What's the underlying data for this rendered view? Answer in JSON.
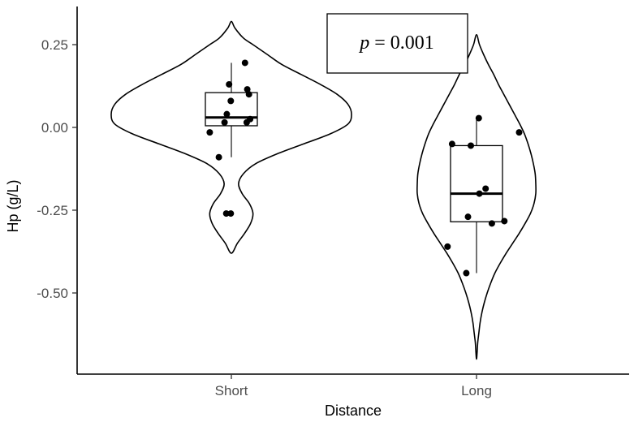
{
  "chart_data": {
    "type": "violin",
    "title": "",
    "xlabel": "Distance",
    "ylabel": "Hp (g/L)",
    "categories": [
      "Short",
      "Long"
    ],
    "ylim": [
      -0.72,
      0.37
    ],
    "yticks": [
      0.25,
      0.0,
      -0.25,
      -0.5
    ],
    "ytick_labels": [
      "0.25",
      "0.00",
      "-0.25",
      "-0.50"
    ],
    "grid": false,
    "legend": "none",
    "annotation": {
      "p_symbol": "p",
      "p_rest": " = 0.001"
    },
    "colors": {
      "outline": "#000000",
      "points": "#000000",
      "axis_text": "#4d4d4d",
      "background": "#ffffff"
    },
    "groups": [
      {
        "name": "Short",
        "box": {
          "min": -0.09,
          "q1": 0.005,
          "median": 0.03,
          "q3": 0.105,
          "max": 0.195
        },
        "violin": [
          [
            0.32,
            0.0
          ],
          [
            0.3,
            0.03
          ],
          [
            0.27,
            0.1
          ],
          [
            0.25,
            0.18
          ],
          [
            0.22,
            0.3
          ],
          [
            0.19,
            0.42
          ],
          [
            0.16,
            0.58
          ],
          [
            0.13,
            0.74
          ],
          [
            0.1,
            0.88
          ],
          [
            0.07,
            0.97
          ],
          [
            0.04,
            1.0
          ],
          [
            0.01,
            0.97
          ],
          [
            -0.02,
            0.82
          ],
          [
            -0.05,
            0.6
          ],
          [
            -0.08,
            0.38
          ],
          [
            -0.11,
            0.2
          ],
          [
            -0.14,
            0.1
          ],
          [
            -0.17,
            0.06
          ],
          [
            -0.2,
            0.09
          ],
          [
            -0.23,
            0.15
          ],
          [
            -0.26,
            0.18
          ],
          [
            -0.29,
            0.16
          ],
          [
            -0.32,
            0.11
          ],
          [
            -0.35,
            0.05
          ],
          [
            -0.38,
            0.0
          ]
        ],
        "points": [
          {
            "y": -0.015,
            "jitter": -0.38
          },
          {
            "y": -0.09,
            "jitter": -0.22
          },
          {
            "y": 0.13,
            "jitter": -0.04
          },
          {
            "y": 0.04,
            "jitter": -0.08
          },
          {
            "y": 0.015,
            "jitter": -0.12
          },
          {
            "y": 0.08,
            "jitter": -0.01
          },
          {
            "y": -0.26,
            "jitter": -0.09
          },
          {
            "y": -0.26,
            "jitter": -0.01
          },
          {
            "y": 0.195,
            "jitter": 0.24
          },
          {
            "y": 0.115,
            "jitter": 0.28
          },
          {
            "y": 0.1,
            "jitter": 0.31
          },
          {
            "y": 0.015,
            "jitter": 0.27
          },
          {
            "y": 0.025,
            "jitter": 0.33
          }
        ]
      },
      {
        "name": "Long",
        "box": {
          "min": -0.44,
          "q1": -0.285,
          "median": -0.2,
          "q3": -0.055,
          "max": 0.03
        },
        "violin": [
          [
            0.28,
            0.0
          ],
          [
            0.25,
            0.05
          ],
          [
            0.22,
            0.12
          ],
          [
            0.19,
            0.2
          ],
          [
            0.16,
            0.29
          ],
          [
            0.13,
            0.37
          ],
          [
            0.1,
            0.46
          ],
          [
            0.07,
            0.55
          ],
          [
            0.04,
            0.64
          ],
          [
            0.01,
            0.73
          ],
          [
            -0.02,
            0.81
          ],
          [
            -0.05,
            0.87
          ],
          [
            -0.08,
            0.92
          ],
          [
            -0.11,
            0.96
          ],
          [
            -0.14,
            0.99
          ],
          [
            -0.17,
            1.0
          ],
          [
            -0.2,
            1.0
          ],
          [
            -0.23,
            0.97
          ],
          [
            -0.26,
            0.91
          ],
          [
            -0.29,
            0.82
          ],
          [
            -0.32,
            0.72
          ],
          [
            -0.35,
            0.61
          ],
          [
            -0.38,
            0.5
          ],
          [
            -0.41,
            0.4
          ],
          [
            -0.44,
            0.31
          ],
          [
            -0.47,
            0.24
          ],
          [
            -0.5,
            0.18
          ],
          [
            -0.53,
            0.13
          ],
          [
            -0.56,
            0.09
          ],
          [
            -0.59,
            0.06
          ],
          [
            -0.62,
            0.04
          ],
          [
            -0.65,
            0.02
          ],
          [
            -0.68,
            0.01
          ],
          [
            -0.7,
            0.0
          ]
        ],
        "points": [
          {
            "y": -0.05,
            "jitter": -0.43
          },
          {
            "y": -0.055,
            "jitter": -0.1
          },
          {
            "y": 0.028,
            "jitter": 0.04
          },
          {
            "y": -0.015,
            "jitter": 0.75
          },
          {
            "y": -0.185,
            "jitter": 0.16
          },
          {
            "y": -0.2,
            "jitter": 0.05
          },
          {
            "y": -0.27,
            "jitter": -0.15
          },
          {
            "y": -0.29,
            "jitter": 0.27
          },
          {
            "y": -0.283,
            "jitter": 0.49
          },
          {
            "y": -0.36,
            "jitter": -0.51
          },
          {
            "y": -0.44,
            "jitter": -0.18
          }
        ]
      }
    ]
  }
}
